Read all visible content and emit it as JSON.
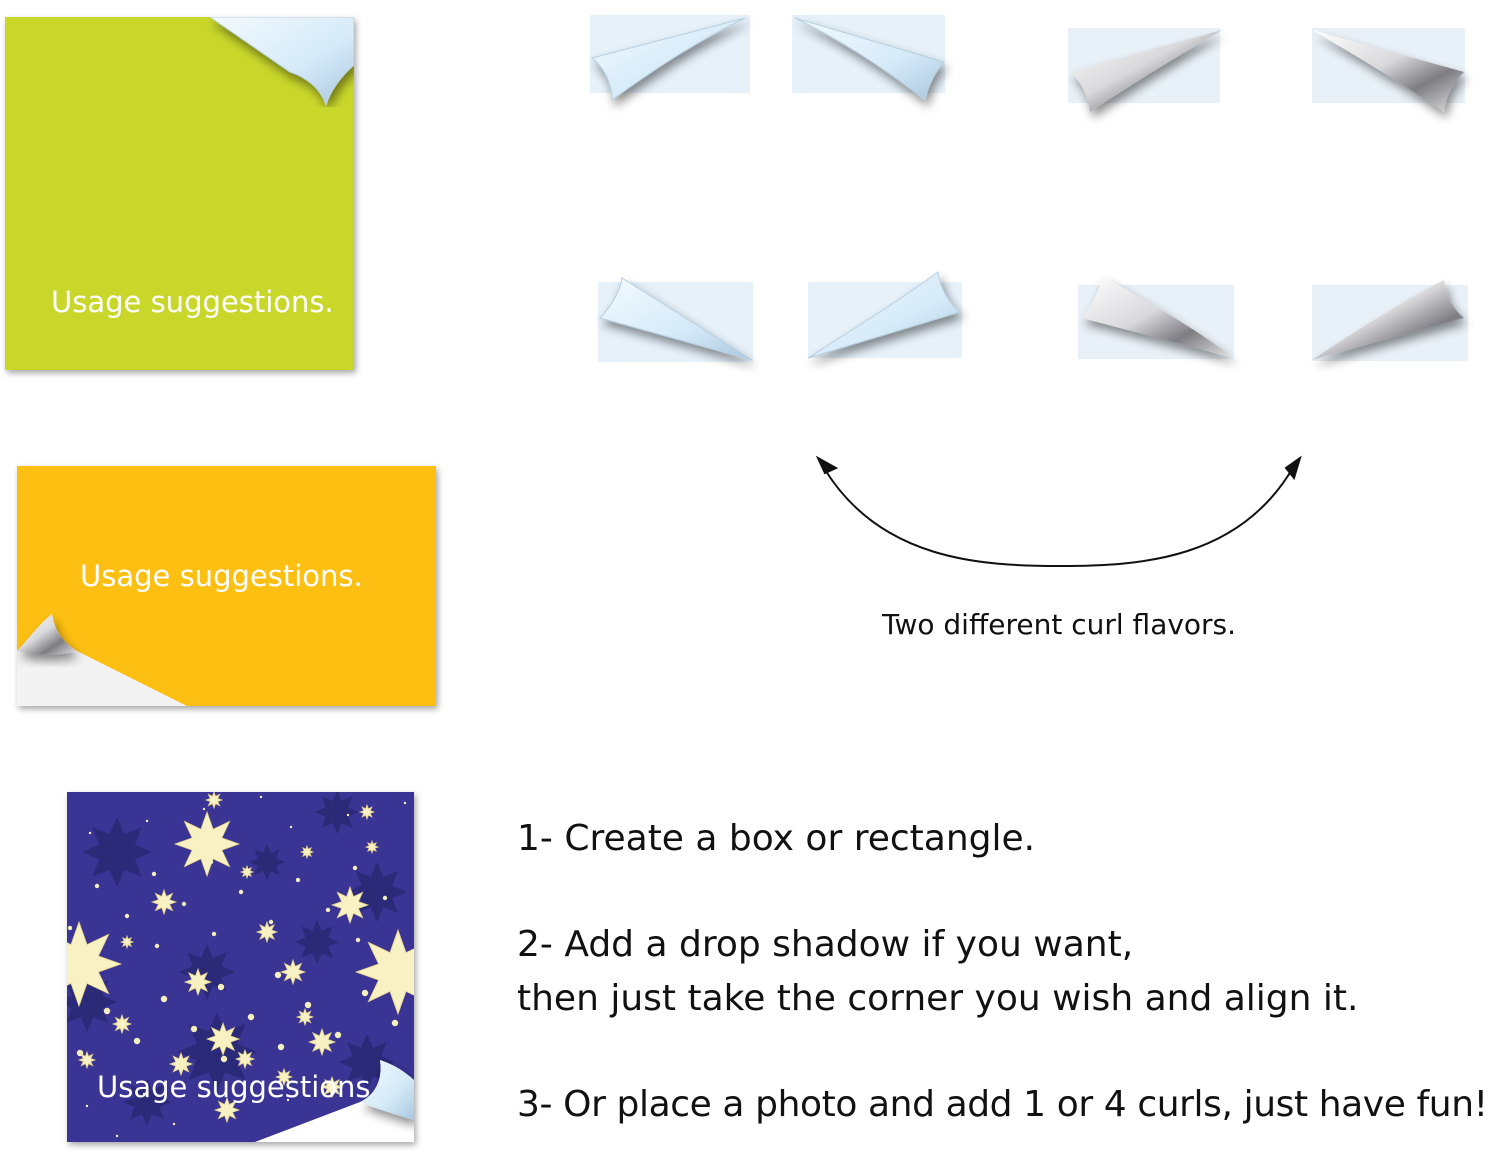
{
  "cards": {
    "green": {
      "label": "Usage suggestions.",
      "color": "#c9d72b"
    },
    "orange": {
      "label": "Usage suggestions.",
      "color": "#fcbf12"
    },
    "stars": {
      "label": "Usage suggestions.",
      "color": "#3a3494"
    }
  },
  "curl_flavors": {
    "caption": "Two different curl flavors.",
    "flavor_colors": {
      "light_blue": "#d8ecfa",
      "silver": "#b9b9bd"
    }
  },
  "instructions": {
    "step1": "1- Create a box or rectangle.",
    "step2_line1": "2- Add a drop shadow if you want,",
    "step2_line2": "then just take the corner you wish and align it.",
    "step3": "3- Or place a photo and add 1 or 4 curls, just have fun!"
  }
}
